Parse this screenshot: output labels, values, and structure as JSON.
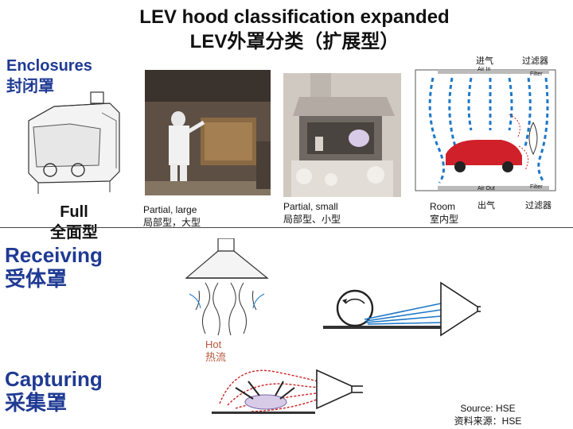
{
  "title": {
    "en": "LEV hood classification expanded",
    "zh": "LEV外罩分类（扩展型）"
  },
  "categories": {
    "enclosures": {
      "en": "Enclosures",
      "zh": "封闭罩"
    },
    "full": {
      "en": "Full",
      "zh": "全面型"
    },
    "receiving": {
      "en": "Receiving",
      "zh": "受体罩"
    },
    "capturing": {
      "en": "Capturing",
      "zh": "采集罩"
    }
  },
  "photos": {
    "partial_large": {
      "en": "Partial, large",
      "zh": "局部型，大型"
    },
    "partial_small": {
      "en": "Partial, small",
      "zh": "局部型、小型"
    },
    "room": {
      "en": "Room",
      "zh": "室内型"
    }
  },
  "room_diagram": {
    "air_in": "Air In",
    "air_in_zh": "进气",
    "filter": "Filter",
    "filter_zh": "过滤器",
    "air_out": "Air Out",
    "air_out_zh": "出气",
    "filter_bottom": "Filter",
    "filter_bottom_zh": "过滤器"
  },
  "receiving_diagram": {
    "hot_en": "Hot",
    "hot_zh": "热流"
  },
  "source": {
    "en": "Source: HSE",
    "zh": "资料来源：HSE"
  },
  "colors": {
    "heading": "#111111",
    "category": "#1f3a93",
    "hot": "#b5573a",
    "airflow": "#1e78c8",
    "car": "#d0202a"
  }
}
